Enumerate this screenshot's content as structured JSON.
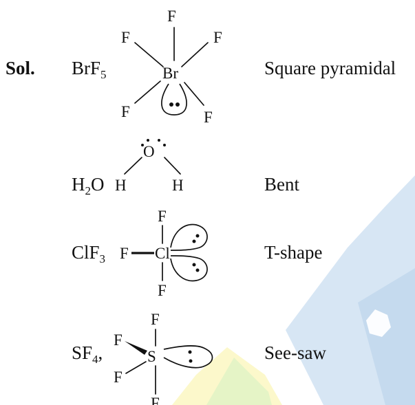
{
  "sol_label": "Sol.",
  "colors": {
    "ink": "#111111",
    "watermark_blue": "#c9ddf0",
    "watermark_yellow": "#fbf7c2",
    "watermark_green": "#dff3c4"
  },
  "molecules": [
    {
      "formula": {
        "base": "BrF",
        "sub": "5"
      },
      "center": "Br",
      "atoms": [
        "F",
        "F",
        "F",
        "F",
        "F"
      ],
      "lone_pairs": 1,
      "shape": "Square pyramidal"
    },
    {
      "formula": {
        "prefix": "H",
        "sub": "2",
        "suffix": "O"
      },
      "center": "O",
      "atoms": [
        "H",
        "H"
      ],
      "lone_pairs": 2,
      "shape": "Bent"
    },
    {
      "formula": {
        "base": "ClF",
        "sub": "3"
      },
      "center": "Cl",
      "atoms": [
        "F",
        "F",
        "F"
      ],
      "lone_pairs": 2,
      "shape": "T-shape"
    },
    {
      "formula": {
        "base": "SF",
        "sub": "4",
        "suffix": ","
      },
      "center": "S",
      "atoms": [
        "F",
        "F",
        "F",
        "F"
      ],
      "lone_pairs": 1,
      "shape": "See-saw"
    }
  ]
}
